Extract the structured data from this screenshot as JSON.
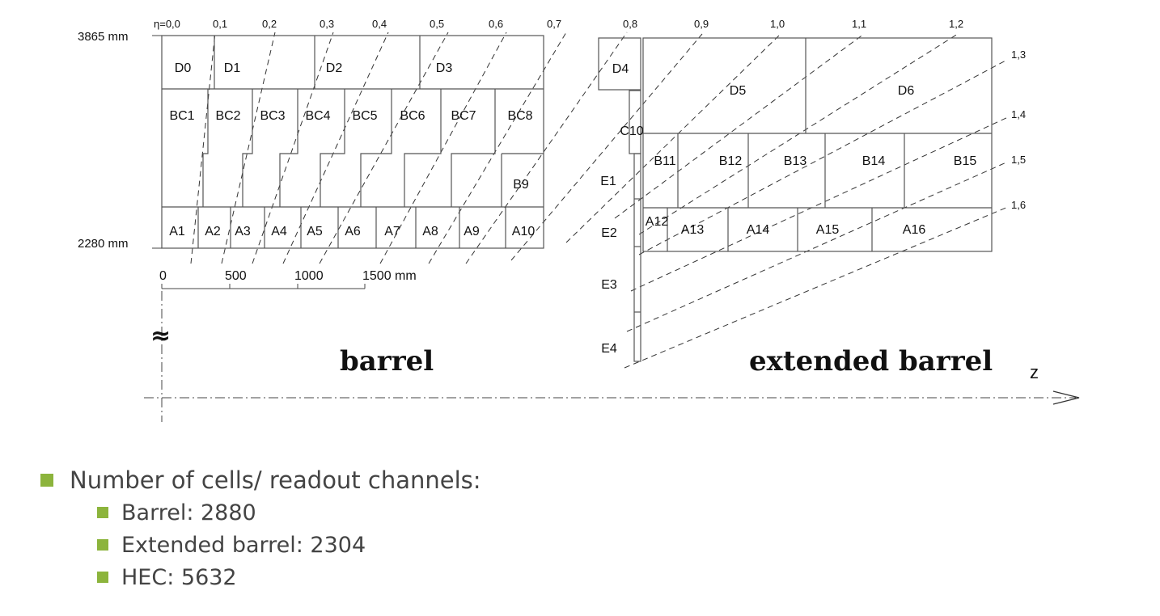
{
  "diagram": {
    "eta_labels": [
      "η=0,0",
      "0,1",
      "0,2",
      "0,3",
      "0,4",
      "0,5",
      "0,6",
      "0,7",
      "0,8",
      "0,9",
      "1,0",
      "1,1",
      "1,2",
      "1,3",
      "1,4",
      "1,5",
      "1,6"
    ],
    "dim_top": "3865 mm",
    "dim_bottom": "2280 mm",
    "scale_labels": [
      "0",
      "500",
      "1000",
      "1500 mm"
    ],
    "barrel_cells": [
      "D0",
      "D1",
      "D2",
      "D3",
      "BC1",
      "BC2",
      "BC3",
      "BC4",
      "BC5",
      "BC6",
      "BC7",
      "BC8",
      "B9",
      "A1",
      "A2",
      "A3",
      "A4",
      "A5",
      "A6",
      "A7",
      "A8",
      "A9",
      "A10"
    ],
    "extended_cells": [
      "D4",
      "C10",
      "D5",
      "D6",
      "B11",
      "B12",
      "B13",
      "B14",
      "B15",
      "A12",
      "A13",
      "A14",
      "A15",
      "A16",
      "E1",
      "E2",
      "E3",
      "E4"
    ],
    "approx_symbol": "≈",
    "barrel_label": "barrel",
    "extended_label": "extended barrel",
    "z_label": "z"
  },
  "bullets": {
    "main": "Number of cells/ readout channels:",
    "items": [
      "Barrel: 2880",
      "Extended barrel: 2304",
      "HEC: 5632"
    ]
  },
  "colors": {
    "bullet": "#8cb43c",
    "text": "#444444"
  }
}
